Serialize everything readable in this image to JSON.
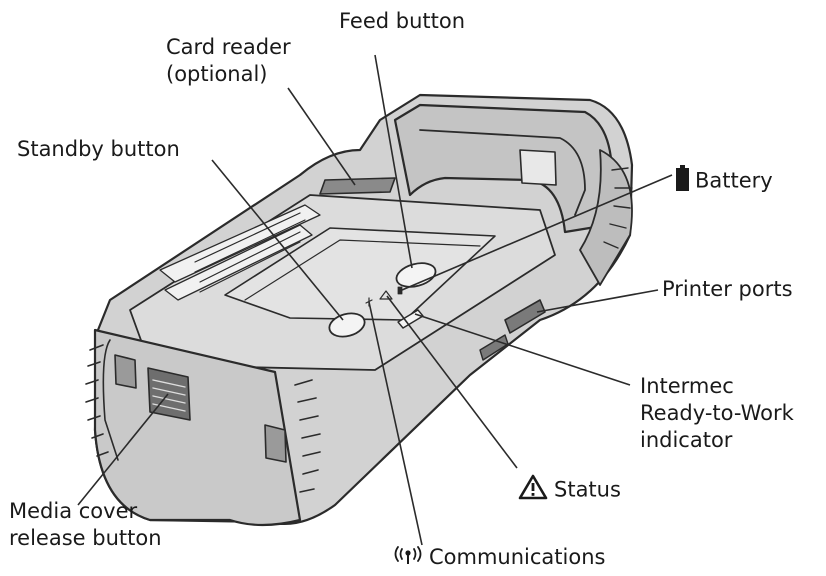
{
  "labels": {
    "feed_button": "Feed button",
    "card_reader_line1": "Card reader",
    "card_reader_line2": "(optional)",
    "standby_button": "Standby button",
    "battery": "Battery",
    "printer_ports": "Printer ports",
    "indicator_line1": "Intermec",
    "indicator_line2": "Ready-to-Work",
    "indicator_line3": "indicator",
    "status": "Status",
    "media_cover_line1": "Media cover",
    "media_cover_line2": "release button",
    "communications": "Communications"
  },
  "icons": {
    "battery": "battery-icon",
    "status": "warning-triangle-icon",
    "communications": "antenna-signal-icon"
  },
  "colors": {
    "text": "#1a1a1a",
    "body": "#d2d2d2",
    "outline": "#2b2b2b",
    "shade": "#b5b5b5",
    "light": "#e6e6e6"
  }
}
